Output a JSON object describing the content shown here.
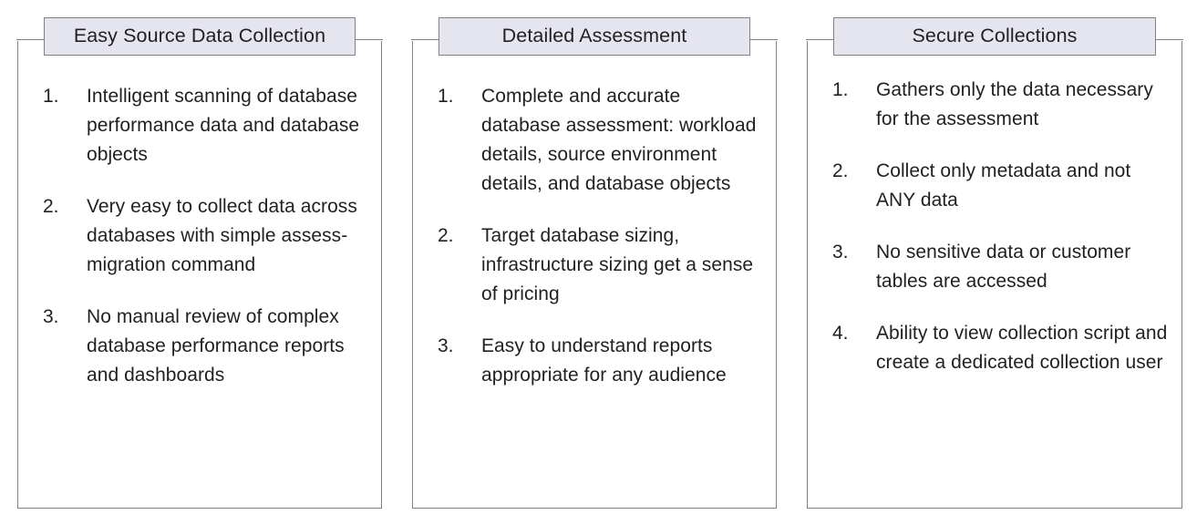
{
  "theme": {
    "background": "#ffffff",
    "panel_border": "#808083",
    "header_fill": "#e5e5f0",
    "header_border": "#808083",
    "text_color": "#231f20"
  },
  "panels": [
    {
      "title": "Easy Source Data Collection",
      "items": [
        {
          "number": "1.",
          "text": "Intelligent scanning of database performance data and database objects"
        },
        {
          "number": "2.",
          "text": "Very easy to collect data across databases with simple assess-migration command"
        },
        {
          "number": "3.",
          "text": "No manual review of complex database performance reports and dashboards"
        }
      ]
    },
    {
      "title": "Detailed Assessment",
      "items": [
        {
          "number": "1.",
          "text": "Complete and accurate database assessment: workload details, source environment details, and database objects"
        },
        {
          "number": "2.",
          "text": "Target database sizing, infrastructure sizing get a sense of pricing"
        },
        {
          "number": "3.",
          "text": "Easy to understand reports appropriate for any audience"
        }
      ]
    },
    {
      "title": "Secure Collections",
      "items": [
        {
          "number": "1.",
          "text": "Gathers only the data necessary for the assessment"
        },
        {
          "number": "2.",
          "text": "Collect only metadata and not ANY data"
        },
        {
          "number": "3.",
          "text": "No sensitive data or customer tables are accessed"
        },
        {
          "number": "4.",
          "text": "Ability to view collection script and create a dedicated collection user"
        }
      ]
    }
  ]
}
